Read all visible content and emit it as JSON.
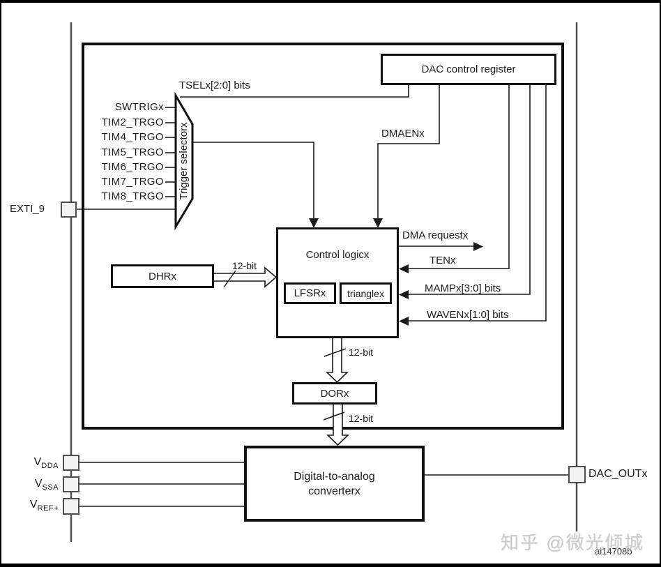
{
  "figure": {
    "registers": {
      "dac_control_register": "DAC control register",
      "dhr": "DHRx",
      "dor": "DORx"
    },
    "trigger": {
      "selector_label": "Trigger selectorx",
      "tsel_label": "TSELx[2:0] bits",
      "inputs": [
        "SWTRIGx",
        "TIM2_TRGO",
        "TIM4_TRGO",
        "TIM5_TRGO",
        "TIM6_TRGO",
        "TIM7_TRGO",
        "TIM8_TRGO"
      ],
      "exti_pin": "EXTI_9"
    },
    "control_logic": {
      "title": "Control logicx",
      "lfsr": "LFSRx",
      "triangle": "trianglex"
    },
    "signals": {
      "dmaen": "DMAENx",
      "dma_request": "DMA requestx",
      "ten": "TENx",
      "mamp": "MAMPx[3:0] bits",
      "waven": "WAVENx[1:0] bits",
      "bus_width": "12-bit"
    },
    "converter": {
      "line1": "Digital-to-analog",
      "line2": "converterx",
      "output_pin": "DAC_OUTx"
    },
    "power_pins": [
      {
        "main": "V",
        "sub": "DDA"
      },
      {
        "main": "V",
        "sub": "SSA"
      },
      {
        "main": "V",
        "sub": "REF+"
      }
    ],
    "watermark": "知乎 @微光倾城",
    "figure_id": "ai14708b",
    "colors": {
      "line": "#1a1a1a",
      "chip_boundary": "#4d4d4d",
      "pin_fill": "#f2f2f2",
      "watermark": "#c9c9c9"
    }
  }
}
